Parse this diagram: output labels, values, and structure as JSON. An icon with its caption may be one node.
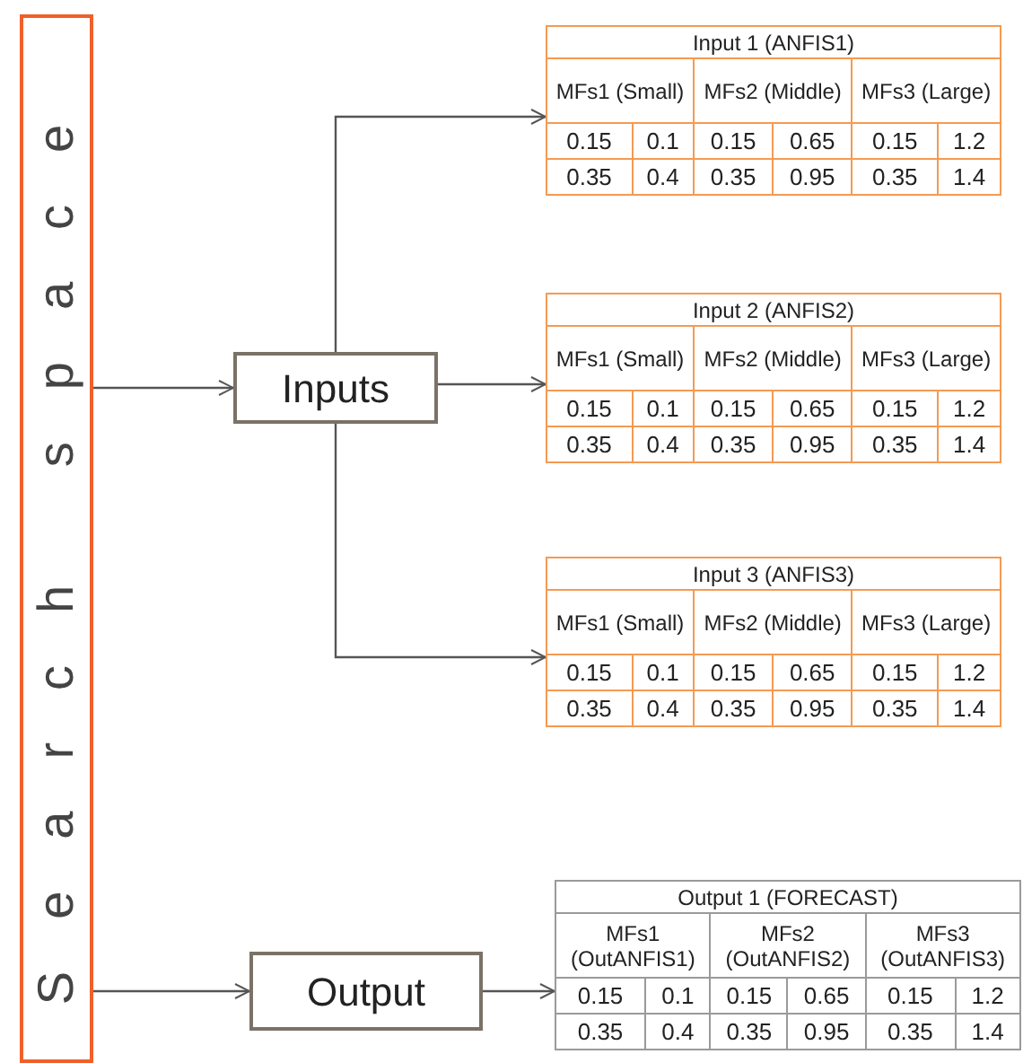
{
  "diagram": {
    "nodes": [
      {
        "text": [
          "Search space"
        ]
      },
      {
        "text": [
          "Inputs"
        ]
      },
      {
        "text": [
          "Output"
        ]
      },
      {
        "text": [
          "Input 1 (ANFIS1)",
          "MFs1 (Small)",
          "MFs2 (Middle)",
          "MFs3 (Large)",
          "0.15",
          "0.1",
          "0.15",
          "0.65",
          "0.15",
          "1.2",
          "0.35",
          "0.4",
          "0.35",
          "0.95",
          "0.35",
          "1.4"
        ]
      },
      {
        "text": [
          "Input 2 (ANFIS2)",
          "MFs1 (Small)",
          "MFs2 (Middle)",
          "MFs3 (Large)",
          "0.15",
          "0.1",
          "0.15",
          "0.65",
          "0.15",
          "1.2",
          "0.35",
          "0.4",
          "0.35",
          "0.95",
          "0.35",
          "1.4"
        ]
      },
      {
        "text": [
          "Input 3 (ANFIS3)",
          "MFs1 (Small)",
          "MFs2 (Middle)",
          "MFs3 (Large)",
          "0.15",
          "0.1",
          "0.15",
          "0.65",
          "0.15",
          "1.2",
          "0.35",
          "0.4",
          "0.35",
          "0.95",
          "0.35",
          "1.4"
        ]
      },
      {
        "text": [
          "Output 1 (FORECAST)",
          "MFs1 (OutANFIS1)",
          "MFs2 (OutANFIS2)",
          "MFs3 (OutANFIS3)",
          "0.15",
          "0.1",
          "0.15",
          "0.65",
          "0.15",
          "1.2",
          "0.35",
          "0.4",
          "0.35",
          "0.95",
          "0.35",
          "1.4"
        ]
      }
    ],
    "edges": [
      {
        "from": 0,
        "to": 1,
        "arrow": "to"
      },
      {
        "from": 0,
        "to": 2,
        "arrow": "to"
      },
      {
        "from": 1,
        "to": 3,
        "arrow": "to"
      },
      {
        "from": 1,
        "to": 4,
        "arrow": "to"
      },
      {
        "from": 1,
        "to": 5,
        "arrow": "to"
      },
      {
        "from": 2,
        "to": 6,
        "arrow": "to"
      }
    ]
  }
}
